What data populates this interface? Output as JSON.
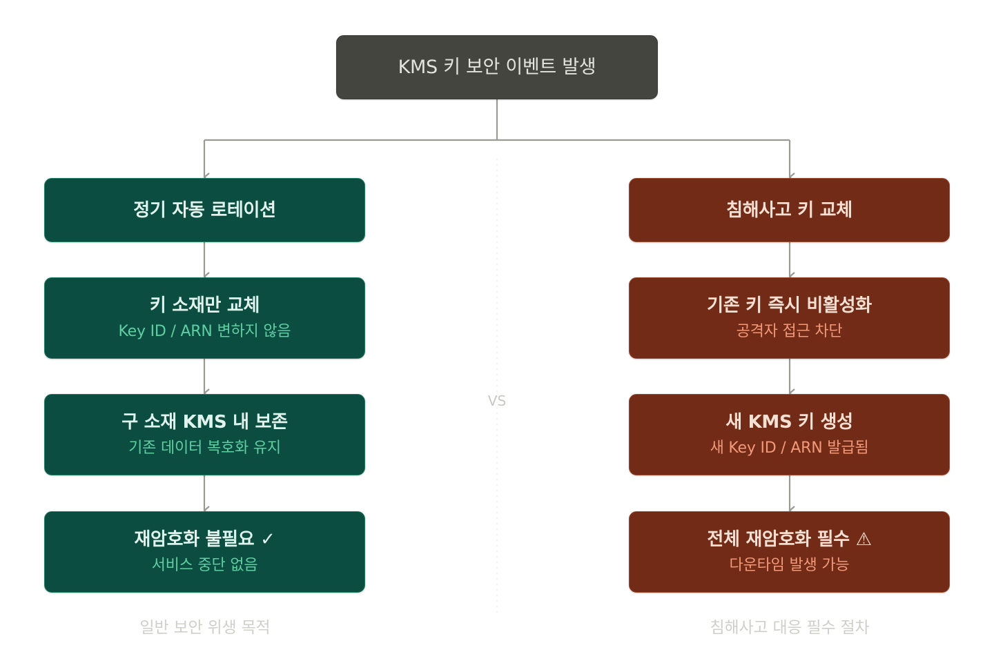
{
  "root": {
    "title": "KMS 키 보안 이벤트 발생"
  },
  "left": {
    "header": "정기 자동 로테이션",
    "steps": [
      {
        "title": "키 소재만 교체",
        "sub": "Key ID / ARN 변하지 않음"
      },
      {
        "title": "구 소재 KMS 내 보존",
        "sub": "기존 데이터 복호화 유지"
      },
      {
        "title": "재암호화 불필요 ✓",
        "sub": "서비스 중단 없음"
      }
    ],
    "caption": "일반 보안 위생 목적"
  },
  "right": {
    "header": "침해사고 키 교체",
    "steps": [
      {
        "title": "기존 키 즉시 비활성화",
        "sub": "공격자 접근 차단"
      },
      {
        "title": "새 KMS 키 생성",
        "sub": "새 Key ID / ARN 발급됨"
      },
      {
        "title": "전체 재암호화 필수 ⚠",
        "sub": "다운타임 발생 가능"
      }
    ],
    "caption": "침해사고 대응 필수 절차"
  },
  "divider_label": "VS",
  "colors": {
    "root_bg": "#454540",
    "left_bg": "#0b4d40",
    "left_sub": "#5fcfa2",
    "right_bg": "#712b16",
    "right_sub": "#f3997a",
    "connector": "#9a9a94"
  }
}
